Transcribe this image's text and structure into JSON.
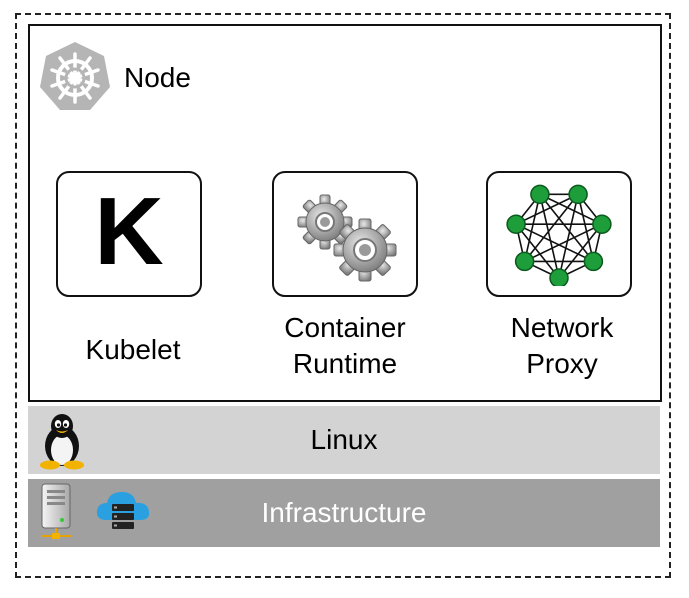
{
  "node": {
    "title": "Node",
    "logo_icon": "kubernetes-helm-icon"
  },
  "components": [
    {
      "label_line1": "Kubelet",
      "label_line2": "",
      "icon": "kubelet-k-icon",
      "icon_text": "K"
    },
    {
      "label_line1": "Container",
      "label_line2": "Runtime",
      "icon": "gears-icon"
    },
    {
      "label_line1": "Network",
      "label_line2": "Proxy",
      "icon": "network-mesh-icon"
    }
  ],
  "layers": {
    "linux": {
      "label": "Linux",
      "icon": "tux-penguin-icon",
      "color": "#d3d3d3"
    },
    "infrastructure": {
      "label": "Infrastructure",
      "icons": [
        "server-icon",
        "cloud-storage-icon"
      ],
      "color": "#a0a0a0"
    }
  },
  "colors": {
    "mesh_node": "#1e9e3a",
    "cloud": "#2aa0e0",
    "logo": "#b5b5b5"
  }
}
